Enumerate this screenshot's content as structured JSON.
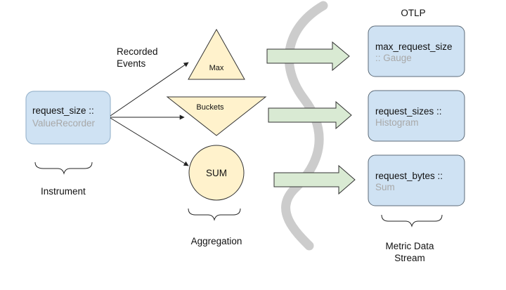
{
  "instrument": {
    "name": "request_size ::",
    "type": "ValueRecorder",
    "caption": "Instrument"
  },
  "recorded_events": [
    "Recorded",
    "Events"
  ],
  "aggregations": {
    "max": "Max",
    "buckets": "Buckets",
    "sum": "SUM",
    "caption": "Aggregation"
  },
  "otlp_label": "OTLP",
  "streams": [
    {
      "name": "max_request_size",
      "type": ":: Gauge"
    },
    {
      "name": "request_sizes ::",
      "type": "Histogram"
    },
    {
      "name": "request_bytes ::",
      "type": "Sum"
    }
  ],
  "stream_caption": [
    "Metric Data",
    "Stream"
  ],
  "colors": {
    "instrument_fill": "#cfe2f3",
    "instrument_stroke": "#9db8cf",
    "stream_fill": "#cfe2f3",
    "stream_stroke": "#5d6b78",
    "aggregation_fill": "#fff2cc",
    "aggregation_stroke": "#333333",
    "arrow_fill": "#d9ead3",
    "arrow_stroke": "#333333",
    "wave": "#cccccc"
  }
}
